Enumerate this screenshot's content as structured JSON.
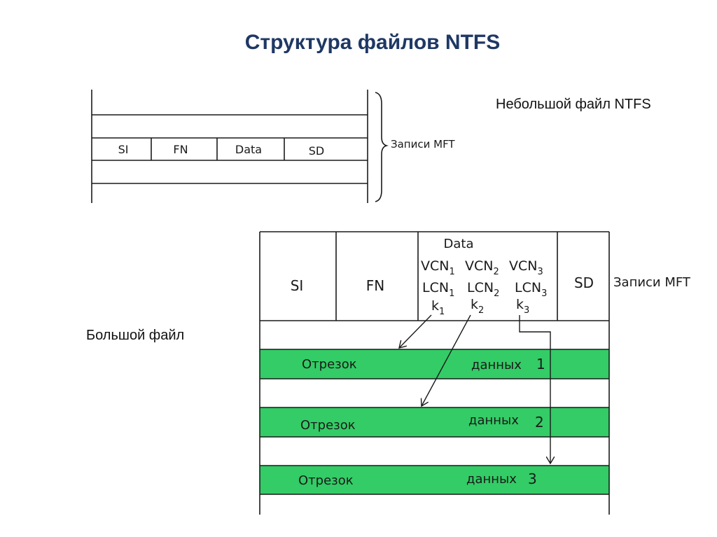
{
  "title": "Структура файлов NTFS",
  "small_file": {
    "caption": "Небольшой файл NTFS",
    "fields": [
      "SI",
      "FN",
      "Data",
      "SD"
    ],
    "brace_label": "Записи MFT"
  },
  "large_file": {
    "caption": "Большой файл",
    "fields": [
      "SI",
      "FN",
      "SD"
    ],
    "data_header": "Data",
    "vcn": [
      {
        "base": "VCN",
        "sub": "1"
      },
      {
        "base": "VCN",
        "sub": "2"
      },
      {
        "base": "VCN",
        "sub": "3"
      }
    ],
    "lcn": [
      {
        "base": "LCN",
        "sub": "1"
      },
      {
        "base": "LCN",
        "sub": "2"
      },
      {
        "base": "LCN",
        "sub": "3"
      }
    ],
    "k": [
      {
        "base": "k",
        "sub": "1"
      },
      {
        "base": "k",
        "sub": "2"
      },
      {
        "base": "k",
        "sub": "3"
      }
    ],
    "side_label": "Записи MFT",
    "segments": [
      {
        "word1": "Отрезок",
        "word2": "данных",
        "num": "1"
      },
      {
        "word1": "Отрезок",
        "word2": "данных",
        "num": "2"
      },
      {
        "word1": "Отрезок",
        "word2": "данных",
        "num": "3"
      }
    ]
  },
  "colors": {
    "title": "#1f3864",
    "segment_fill": "#33cc66",
    "line": "#1a1a1a"
  }
}
